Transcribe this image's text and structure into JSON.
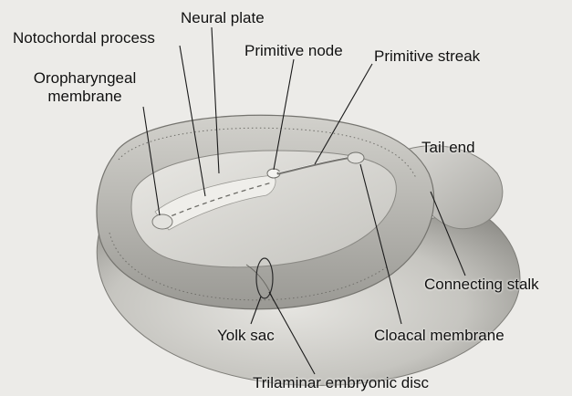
{
  "labels": {
    "neural_plate": "Neural plate",
    "notochordal_process": "Notochordal process",
    "oropharyngeal_membrane_line1": "Oropharyngeal",
    "oropharyngeal_membrane_line2": "membrane",
    "primitive_node": "Primitive node",
    "primitive_streak": "Primitive streak",
    "tail_end": "Tail end",
    "connecting_stalk": "Connecting stalk",
    "yolk_sac": "Yolk sac",
    "cloacal_membrane": "Cloacal membrane",
    "trilaminar_embryonic_disc": "Trilaminar embryonic disc"
  },
  "colors": {
    "background": "#ecebe8",
    "tissue_light": "#d9d8d4",
    "tissue_mid": "#b9b8b3",
    "tissue_dark": "#8f8e89",
    "leader_line": "#1a1a1a"
  }
}
